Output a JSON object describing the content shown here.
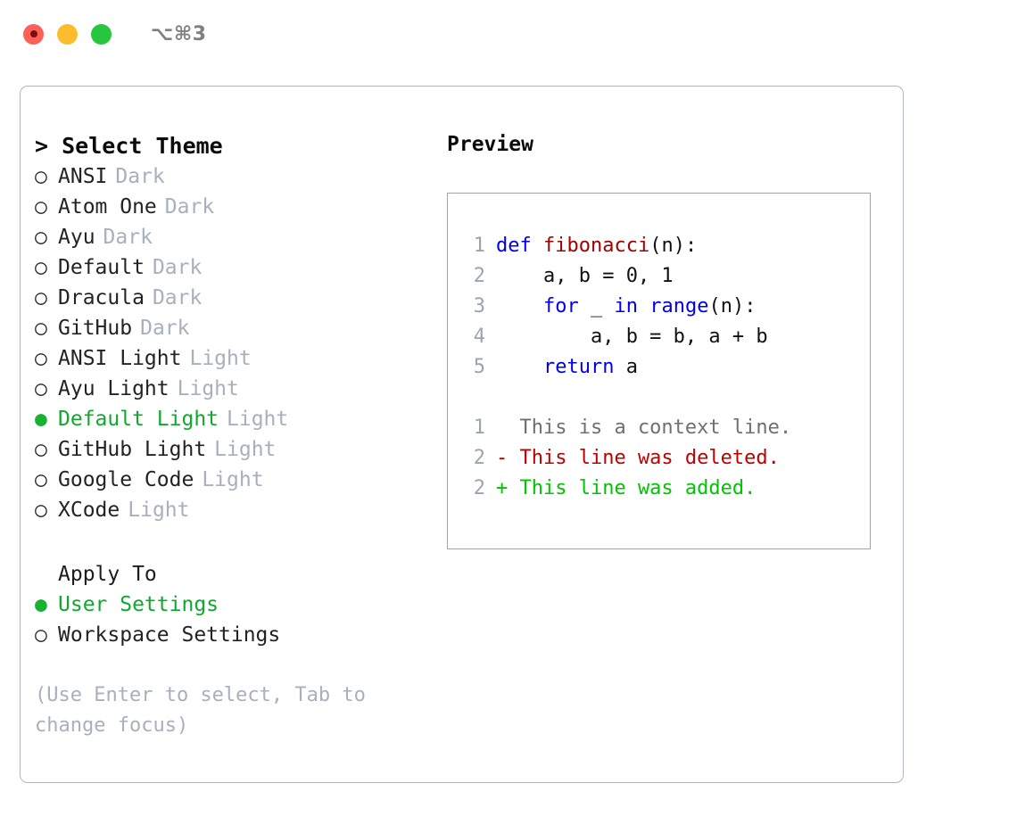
{
  "titlebar": {
    "shortcut": "⌥⌘3",
    "buttons": [
      "close",
      "minimize",
      "maximize"
    ]
  },
  "theme_panel": {
    "title": "> Select Theme",
    "marker_selected": "●",
    "marker_unselected": "○",
    "items": [
      {
        "name": "ANSI",
        "category": "Dark",
        "selected": false
      },
      {
        "name": "Atom One",
        "category": "Dark",
        "selected": false
      },
      {
        "name": "Ayu",
        "category": "Dark",
        "selected": false
      },
      {
        "name": "Default",
        "category": "Dark",
        "selected": false
      },
      {
        "name": "Dracula",
        "category": "Dark",
        "selected": false
      },
      {
        "name": "GitHub",
        "category": "Dark",
        "selected": false
      },
      {
        "name": "ANSI Light",
        "category": "Light",
        "selected": false
      },
      {
        "name": "Ayu Light",
        "category": "Light",
        "selected": false
      },
      {
        "name": "Default Light",
        "category": "Light",
        "selected": true
      },
      {
        "name": "GitHub Light",
        "category": "Light",
        "selected": false
      },
      {
        "name": "Google Code",
        "category": "Light",
        "selected": false
      },
      {
        "name": "XCode",
        "category": "Light",
        "selected": false
      }
    ]
  },
  "apply_to": {
    "title": "Apply To",
    "options": [
      {
        "label": "User Settings",
        "selected": true
      },
      {
        "label": "Workspace Settings",
        "selected": false
      }
    ]
  },
  "hint": "(Use Enter to select, Tab to change focus)",
  "preview": {
    "title": "Preview",
    "code_lines": [
      {
        "no": "1",
        "tokens": [
          {
            "t": "def ",
            "c": "kw"
          },
          {
            "t": "fibonacci",
            "c": "fn"
          },
          {
            "t": "(n):",
            "c": "plain"
          }
        ]
      },
      {
        "no": "2",
        "tokens": [
          {
            "t": "    a, b = 0, 1",
            "c": "plain"
          }
        ]
      },
      {
        "no": "3",
        "tokens": [
          {
            "t": "    ",
            "c": "plain"
          },
          {
            "t": "for",
            "c": "kw"
          },
          {
            "t": " _ ",
            "c": "plain"
          },
          {
            "t": "in",
            "c": "kw"
          },
          {
            "t": " ",
            "c": "plain"
          },
          {
            "t": "range",
            "c": "kw"
          },
          {
            "t": "(n):",
            "c": "plain"
          }
        ]
      },
      {
        "no": "4",
        "tokens": [
          {
            "t": "        a, b = b, a + b",
            "c": "plain"
          }
        ]
      },
      {
        "no": "5",
        "tokens": [
          {
            "t": "    ",
            "c": "plain"
          },
          {
            "t": "return",
            "c": "kw"
          },
          {
            "t": " a",
            "c": "plain"
          }
        ]
      }
    ],
    "diff_lines": [
      {
        "no": "1",
        "text": "  This is a context line.",
        "kind": "context"
      },
      {
        "no": "2",
        "text": "- This line was deleted.",
        "kind": "del"
      },
      {
        "no": "2",
        "text": "+ This line was added.",
        "kind": "add"
      }
    ]
  },
  "colors": {
    "selected_green": "#10a82e",
    "muted_gray": "#a8b0bd",
    "keyword_blue": "#0000ee",
    "function_red": "#a30000",
    "diff_delete": "#c00000",
    "diff_add": "#00c400",
    "border": "#aeb6c2"
  }
}
